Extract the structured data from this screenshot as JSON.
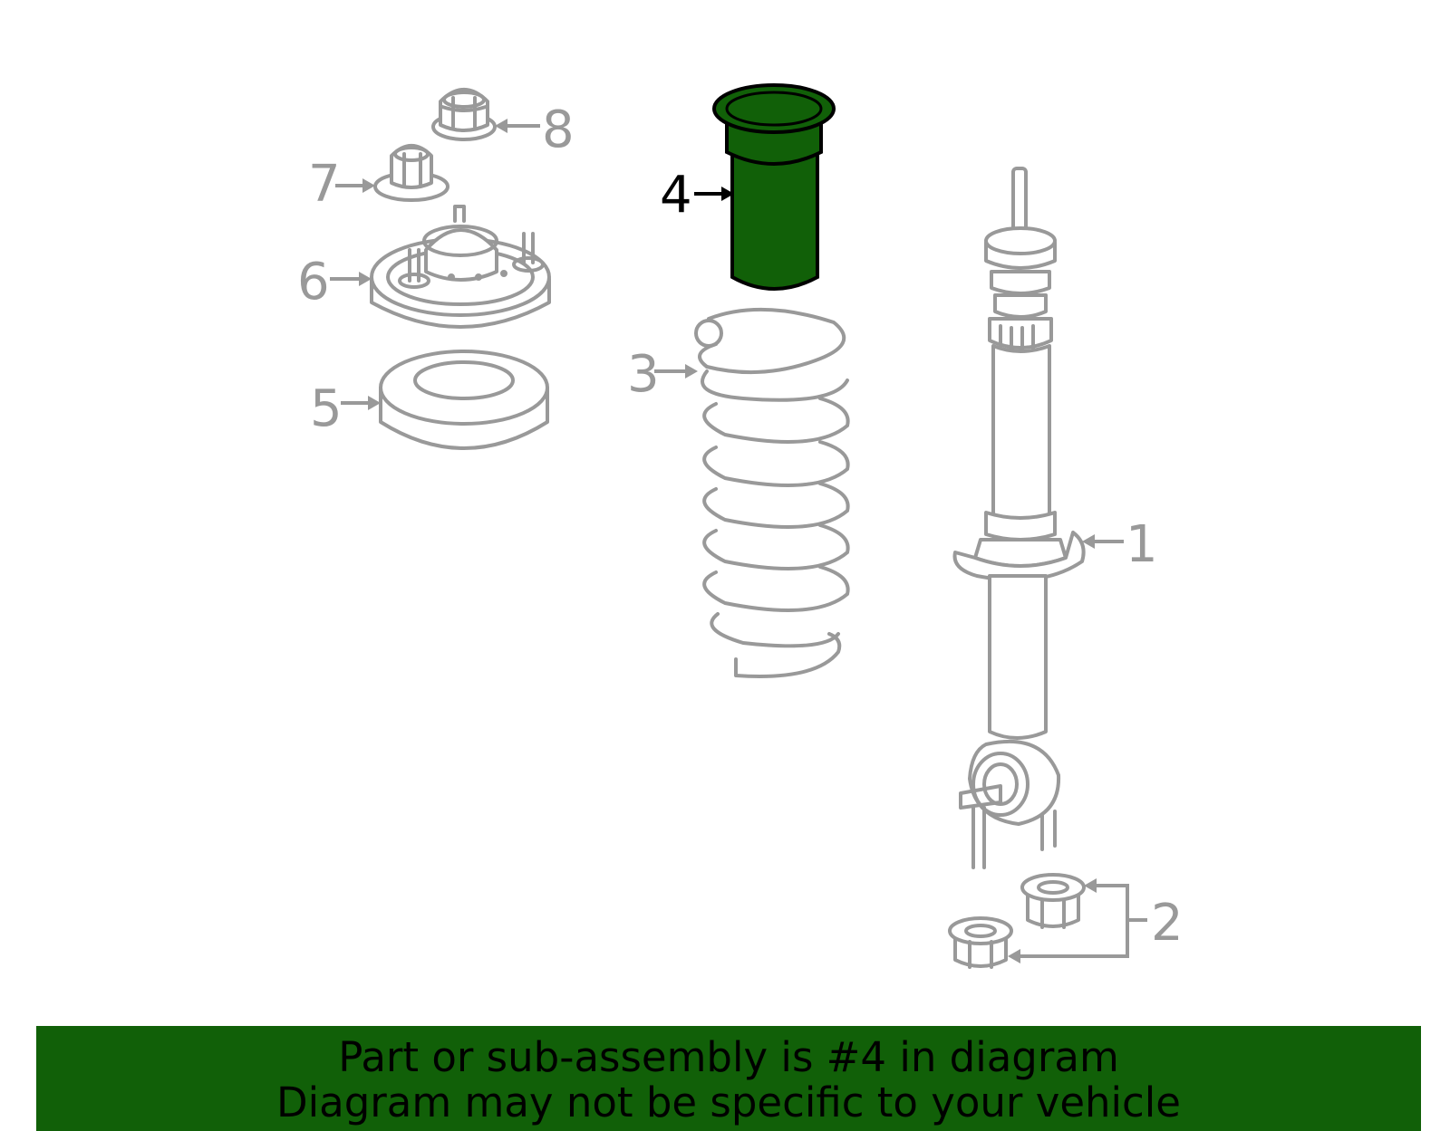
{
  "colors": {
    "highlight": "#116008",
    "line_gray": "#999999",
    "label_gray": "#999999",
    "banner_bg": "#116008",
    "banner_text": "#000000"
  },
  "diagram": {
    "highlighted_part": "4",
    "callouts": [
      {
        "id": "1",
        "label": "1",
        "part": "shock-absorber-strut"
      },
      {
        "id": "2",
        "label": "2",
        "part": "lower-mount-nuts"
      },
      {
        "id": "3",
        "label": "3",
        "part": "coil-spring"
      },
      {
        "id": "4",
        "label": "4",
        "part": "dust-boot"
      },
      {
        "id": "5",
        "label": "5",
        "part": "spring-insulator"
      },
      {
        "id": "6",
        "label": "6",
        "part": "upper-strut-mount"
      },
      {
        "id": "7",
        "label": "7",
        "part": "mount-nut"
      },
      {
        "id": "8",
        "label": "8",
        "part": "flange-nut"
      }
    ]
  },
  "banner": {
    "line1": "Part or sub-assembly is #4 in diagram",
    "line2": "Diagram may not be specific to your vehicle"
  }
}
